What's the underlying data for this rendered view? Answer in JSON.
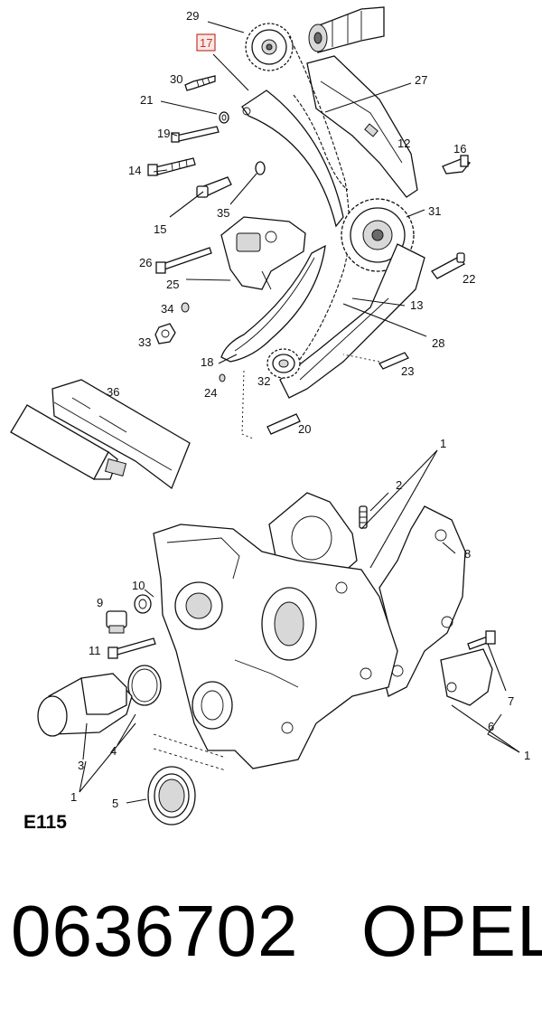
{
  "diagram": {
    "figure_id": "E115",
    "highlighted_part": "17",
    "part_numbers": {
      "p29": "29",
      "p17": "17",
      "p30": "30",
      "p21": "21",
      "p27": "27",
      "p19": "19",
      "p12": "12",
      "p16": "16",
      "p14": "14",
      "p15": "15",
      "p35": "35",
      "p31": "31",
      "p26": "26",
      "p25": "25",
      "p22": "22",
      "p34": "34",
      "p13": "13",
      "p33": "33",
      "p28": "28",
      "p18": "18",
      "p23": "23",
      "p24": "24",
      "p32": "32",
      "p36": "36",
      "p20": "20",
      "p1a": "1",
      "p2": "2",
      "p8": "8",
      "p10": "10",
      "p9": "9",
      "p11": "11",
      "p7": "7",
      "p6": "6",
      "p1b": "1",
      "p4": "4",
      "p3": "3",
      "p1c": "1",
      "p5": "5"
    }
  },
  "footer": {
    "part_code": "0636702",
    "brand": "OPEL"
  }
}
